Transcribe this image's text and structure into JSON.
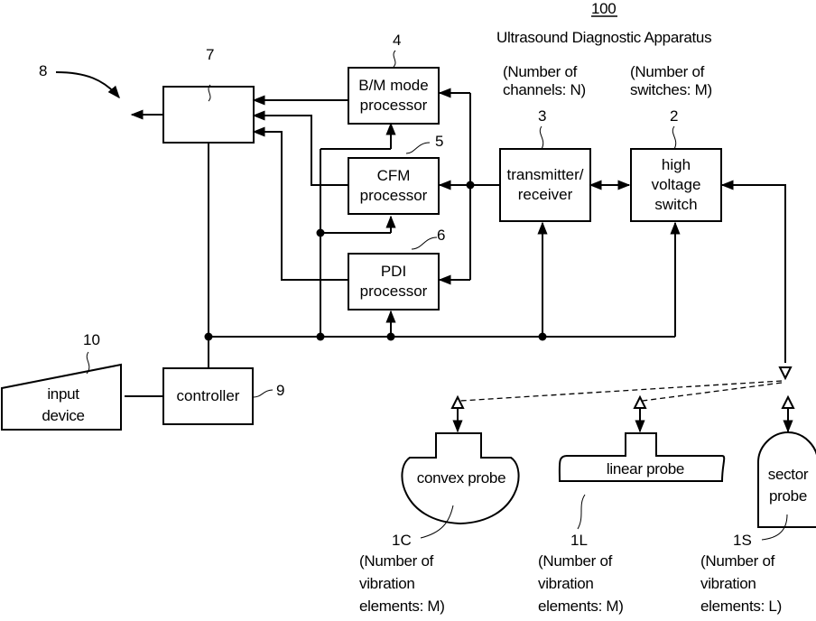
{
  "header": {
    "ref": "100",
    "title": "Ultrasound Diagnostic Apparatus"
  },
  "notes": {
    "channels": [
      "(Number of",
      "channels: N)"
    ],
    "switches": [
      "(Number of",
      "switches: M)"
    ]
  },
  "blocks": {
    "display": {
      "ref": "7",
      "label": ""
    },
    "bm": {
      "ref": "4",
      "label": [
        "B/M mode",
        "processor"
      ]
    },
    "cfm": {
      "ref": "5",
      "label": [
        "CFM",
        "processor"
      ]
    },
    "pdi": {
      "ref": "6",
      "label": [
        "PDI",
        "processor"
      ]
    },
    "txrx": {
      "ref": "3",
      "label": [
        "transmitter/",
        "receiver"
      ]
    },
    "hvs": {
      "ref": "2",
      "label": [
        "high",
        "voltage",
        "switch"
      ]
    },
    "controller": {
      "ref": "9",
      "label": "controller"
    },
    "input": {
      "ref": "10",
      "label": [
        "input",
        "device"
      ]
    },
    "output_ref": "8"
  },
  "probes": [
    {
      "ref": "1C",
      "label": "convex probe",
      "note": [
        "(Number of",
        "vibration",
        "elements: M)"
      ]
    },
    {
      "ref": "1L",
      "label": "linear probe",
      "note": [
        "(Number of",
        "vibration",
        "elements: M)"
      ]
    },
    {
      "ref": "1S",
      "label": [
        "sector",
        "probe"
      ],
      "note": [
        "(Number of",
        "vibration",
        "elements: L)"
      ]
    }
  ]
}
